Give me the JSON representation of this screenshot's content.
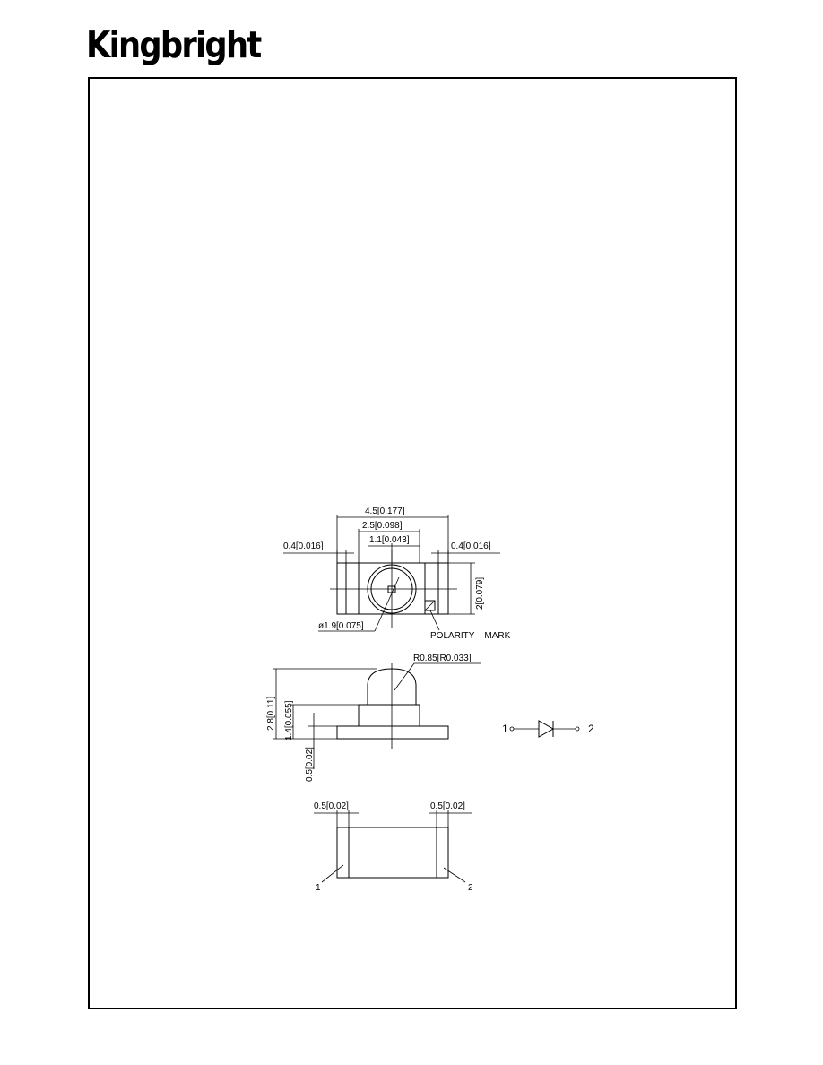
{
  "header": {
    "brand": "Kingbright"
  },
  "top_view": {
    "overall_length": "4.5[0.177]",
    "lens_base_width": "2.5[0.098]",
    "center_offset": "1.1[0.043]",
    "left_pad": "0.4[0.016]",
    "right_pad": "0.4[0.016]",
    "height": "2[0.079]",
    "lens_diameter": "ø1.9[0.075]",
    "polarity_label": "POLARITY    MARK"
  },
  "side_view": {
    "radius": "R0.85[R0.033]",
    "total_height": "2.8[0.11]",
    "center_height": "1.4[0.055]",
    "base_thickness": "0.5[0.02]"
  },
  "schematic": {
    "pin1": "1",
    "pin2": "2"
  },
  "bottom_view": {
    "left_pad": "0.5[0.02]",
    "right_pad": "0.5[0.02]",
    "pin1": "1",
    "pin2": "2"
  }
}
